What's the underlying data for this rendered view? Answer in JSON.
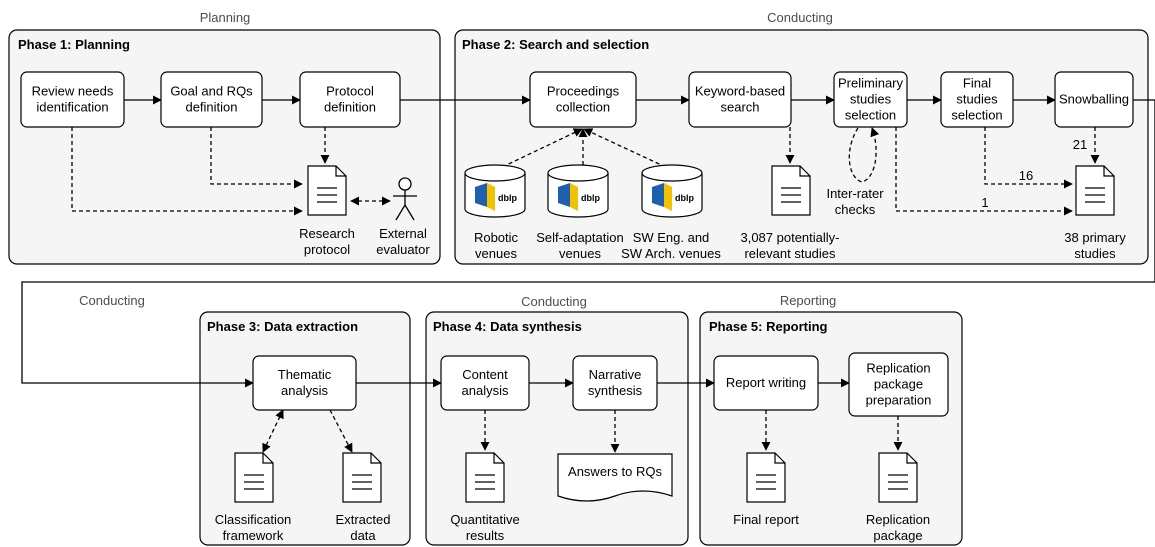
{
  "sections": {
    "planning": "Planning",
    "conducting_top": "Conducting",
    "conducting_left": "Conducting",
    "conducting_mid": "Conducting",
    "reporting": "Reporting"
  },
  "phases": {
    "p1": "Phase 1: Planning",
    "p2": "Phase 2: Search and selection",
    "p3": "Phase 3: Data extraction",
    "p4": "Phase 4: Data synthesis",
    "p5": "Phase 5: Reporting"
  },
  "steps": {
    "review_needs": [
      "Review needs",
      "identification"
    ],
    "goal_rqs": [
      "Goal and RQs",
      "definition"
    ],
    "protocol_def": [
      "Protocol",
      "definition"
    ],
    "proceedings": [
      "Proceedings",
      "collection"
    ],
    "keyword": [
      "Keyword-based",
      "search"
    ],
    "preliminary": [
      "Preliminary",
      "studies",
      "selection"
    ],
    "final_sel": [
      "Final",
      "studies",
      "selection"
    ],
    "snowballing": [
      "Snowballing"
    ],
    "thematic": [
      "Thematic",
      "analysis"
    ],
    "content": [
      "Content",
      "analysis"
    ],
    "narrative": [
      "Narrative",
      "synthesis"
    ],
    "report_writing": [
      "Report writing"
    ],
    "replication_prep": [
      "Replication",
      "package",
      "preparation"
    ]
  },
  "docs": {
    "research_protocol": [
      "Research",
      "protocol"
    ],
    "external_evaluator": [
      "External",
      "evaluator"
    ],
    "potentially_relevant": [
      "3,087 potentially-",
      "relevant studies"
    ],
    "primary_studies": [
      "38 primary",
      "studies"
    ],
    "classification": [
      "Classification",
      "framework"
    ],
    "extracted": [
      "Extracted",
      "data"
    ],
    "quantitative": [
      "Quantitative",
      "results"
    ],
    "answers": "Answers to RQs",
    "final_report": "Final report",
    "replication_package": [
      "Replication",
      "package"
    ],
    "inter_rater": [
      "Inter-rater",
      "checks"
    ]
  },
  "databases": {
    "logo_text": "dblp",
    "robotic": [
      "Robotic",
      "venues"
    ],
    "self_adapt": [
      "Self-adaptation",
      "venues"
    ],
    "sw_eng": [
      "SW Eng. and",
      "SW Arch. venues"
    ]
  },
  "counts": {
    "snowball": "21",
    "final": "16",
    "preliminary": "1"
  },
  "colors": {
    "phase_fill": "#f5f5f5",
    "section_label": "#4d4d4d",
    "dblp_blue": "#1e5fb0",
    "dblp_yellow": "#f2c200"
  }
}
